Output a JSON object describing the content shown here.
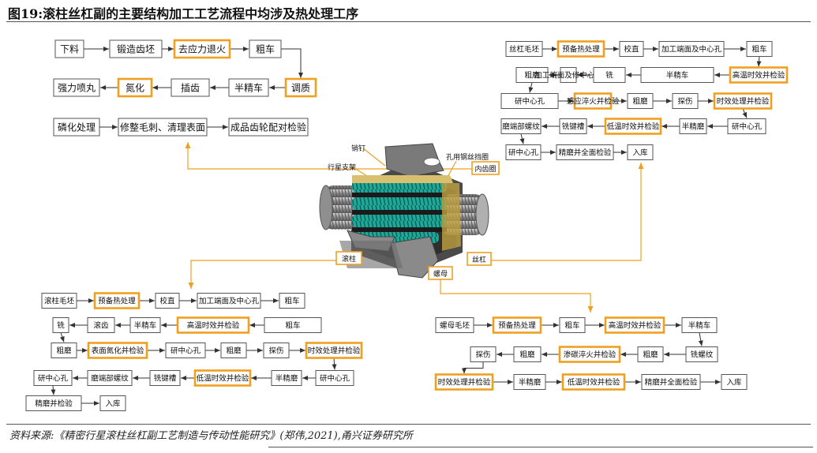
{
  "title": "图19:滚柱丝杠副的主要结构加工工艺流程中均涉及热处理工序",
  "source": "资料来源:《精密行星滚柱丝杠副工艺制造与传动性能研究》(郑伟,2021),甬兴证券研究所",
  "colors": {
    "highlight": "#f0a020",
    "box_border": "#555555",
    "arrow": "#333333",
    "callout": "#f0a020",
    "teal": "#1fa99b",
    "metal": "#9a9a9a"
  },
  "gear_flow": {
    "steps": [
      "下料",
      "锻造齿坯",
      "去应力退火",
      "粗车",
      "调质",
      "半精车",
      "插齿",
      "氮化",
      "强力喷丸",
      "磷化处理",
      "修整毛刺、清理表面",
      "成品齿轮配对检验"
    ],
    "highlighted": [
      2,
      4,
      7
    ]
  },
  "screw_flow": {
    "steps": [
      "丝杠毛坯",
      "预备热处理",
      "校直",
      "加工端面及中心孔",
      "粗车",
      "高温时效并检验",
      "半精车",
      "铣",
      "加工端面及修中心孔",
      "粗磨",
      "研中心孔",
      "感应淬火并检验",
      "粗磨",
      "探伤",
      "时效处理并检验",
      "研中心孔",
      "半精磨",
      "低温时效并检验",
      "铣键槽",
      "磨端部螺纹",
      "研中心孔",
      "精磨并全面检验",
      "入库"
    ],
    "highlighted": [
      1,
      5,
      11,
      14,
      17
    ]
  },
  "roller_flow": {
    "steps": [
      "滚柱毛坯",
      "预备热处理",
      "校直",
      "加工端面及中心孔",
      "粗车",
      "高温时效并检验",
      "半精车",
      "滚齿",
      "铣",
      "粗磨",
      "表面氮化并检验",
      "研中心孔",
      "粗磨",
      "探伤",
      "时效处理并检验",
      "研中心孔",
      "半精磨",
      "低温时效并检验",
      "铣键槽",
      "磨端部螺纹",
      "研中心孔",
      "精磨并检验",
      "入库"
    ],
    "highlighted": [
      1,
      5,
      10,
      14,
      17
    ]
  },
  "nut_flow": {
    "steps": [
      "螺母毛坯",
      "预备热处理",
      "粗车",
      "高温时效并检验",
      "半精车",
      "铣螺纹",
      "粗磨",
      "渗碳淬火并检验",
      "粗磨",
      "探伤",
      "时效处理并检验",
      "半精磨",
      "低温时效并检验",
      "精磨并全面检验",
      "入库"
    ],
    "highlighted": [
      1,
      3,
      7,
      10,
      12
    ]
  },
  "parts": {
    "pin": "销钉",
    "carrier": "行星支架",
    "retaining_ring": "孔用钢丝挡圈",
    "inner_ring_gear": "内齿圈",
    "roller": "滚柱",
    "screw": "丝杠",
    "nut": "螺母"
  }
}
